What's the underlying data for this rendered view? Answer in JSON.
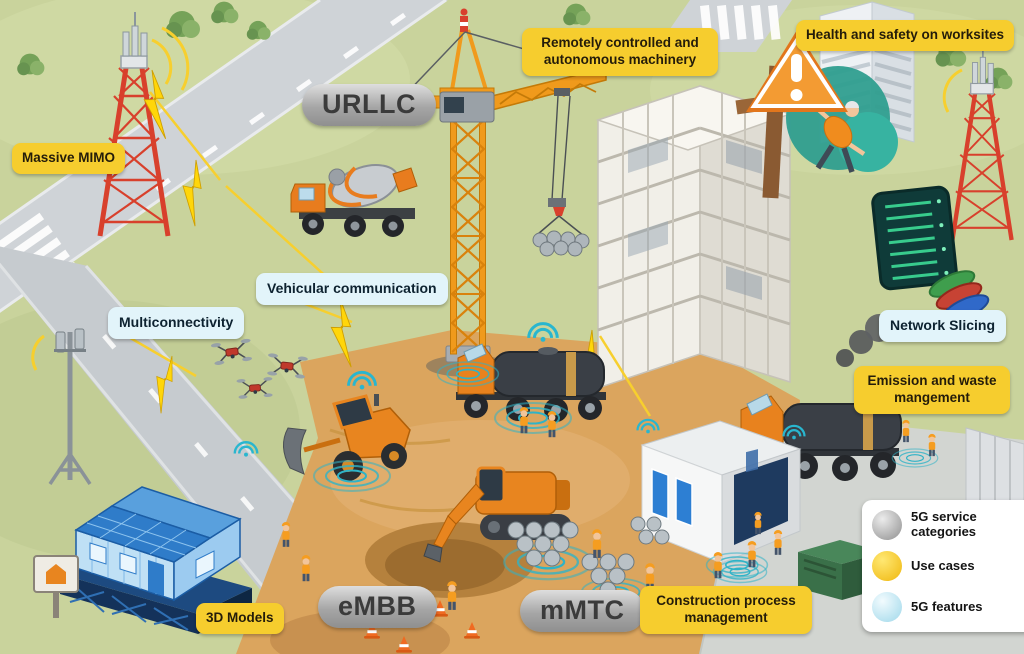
{
  "labels": {
    "massive_mimo": "Massive MIMO",
    "urllc": "URLLC",
    "remote_machinery": "Remotely controlled and autonomous machinery",
    "health_safety": "Health and safety on worksites",
    "vehicular_communication": "Vehicular communication",
    "multiconnectivity": "Multiconnectivity",
    "network_slicing": "Network Slicing",
    "emission_waste": "Emission and waste mangement",
    "three_d_models": "3D Models",
    "embb": "eMBB",
    "mmtc": "mMTC",
    "construction_process": "Construction process management"
  },
  "legend": {
    "items": [
      {
        "id": "service-categories",
        "label": "5G service categories",
        "color": "#a0a0a0"
      },
      {
        "id": "use-cases",
        "label": "Use cases",
        "color": "#f2c01d"
      },
      {
        "id": "features",
        "label": "5G features",
        "color": "#c7e9f4"
      }
    ]
  },
  "colors": {
    "use_case_label_bg": "#f6cd2e",
    "service_category_label_bg": "#a6a6a6",
    "feature_label_bg": "#e2f4fa",
    "signal_yellow": "#ffd60a",
    "wifi_teal": "#29b6cf",
    "machine_orange": "#e8851f",
    "tower_red": "#d8402c",
    "model_blue": "#2f7cc9"
  },
  "icons": [
    "cell-tower-icon",
    "antenna-mast-icon",
    "tower-crane-icon",
    "cement-mixer-truck-icon",
    "tanker-truck-icon",
    "wheel-loader-icon",
    "excavator-icon",
    "drone-icon",
    "bim-house-model-icon",
    "building-under-construction-icon",
    "modular-site-office-icon",
    "pipes-stack-icon",
    "warning-triangle-icon",
    "falling-worker-icon",
    "network-slicing-server-icon",
    "lightning-bolt-icon",
    "wifi-signal-icon",
    "worker-icon",
    "smoke-emission-icon",
    "traffic-cone-icon"
  ]
}
